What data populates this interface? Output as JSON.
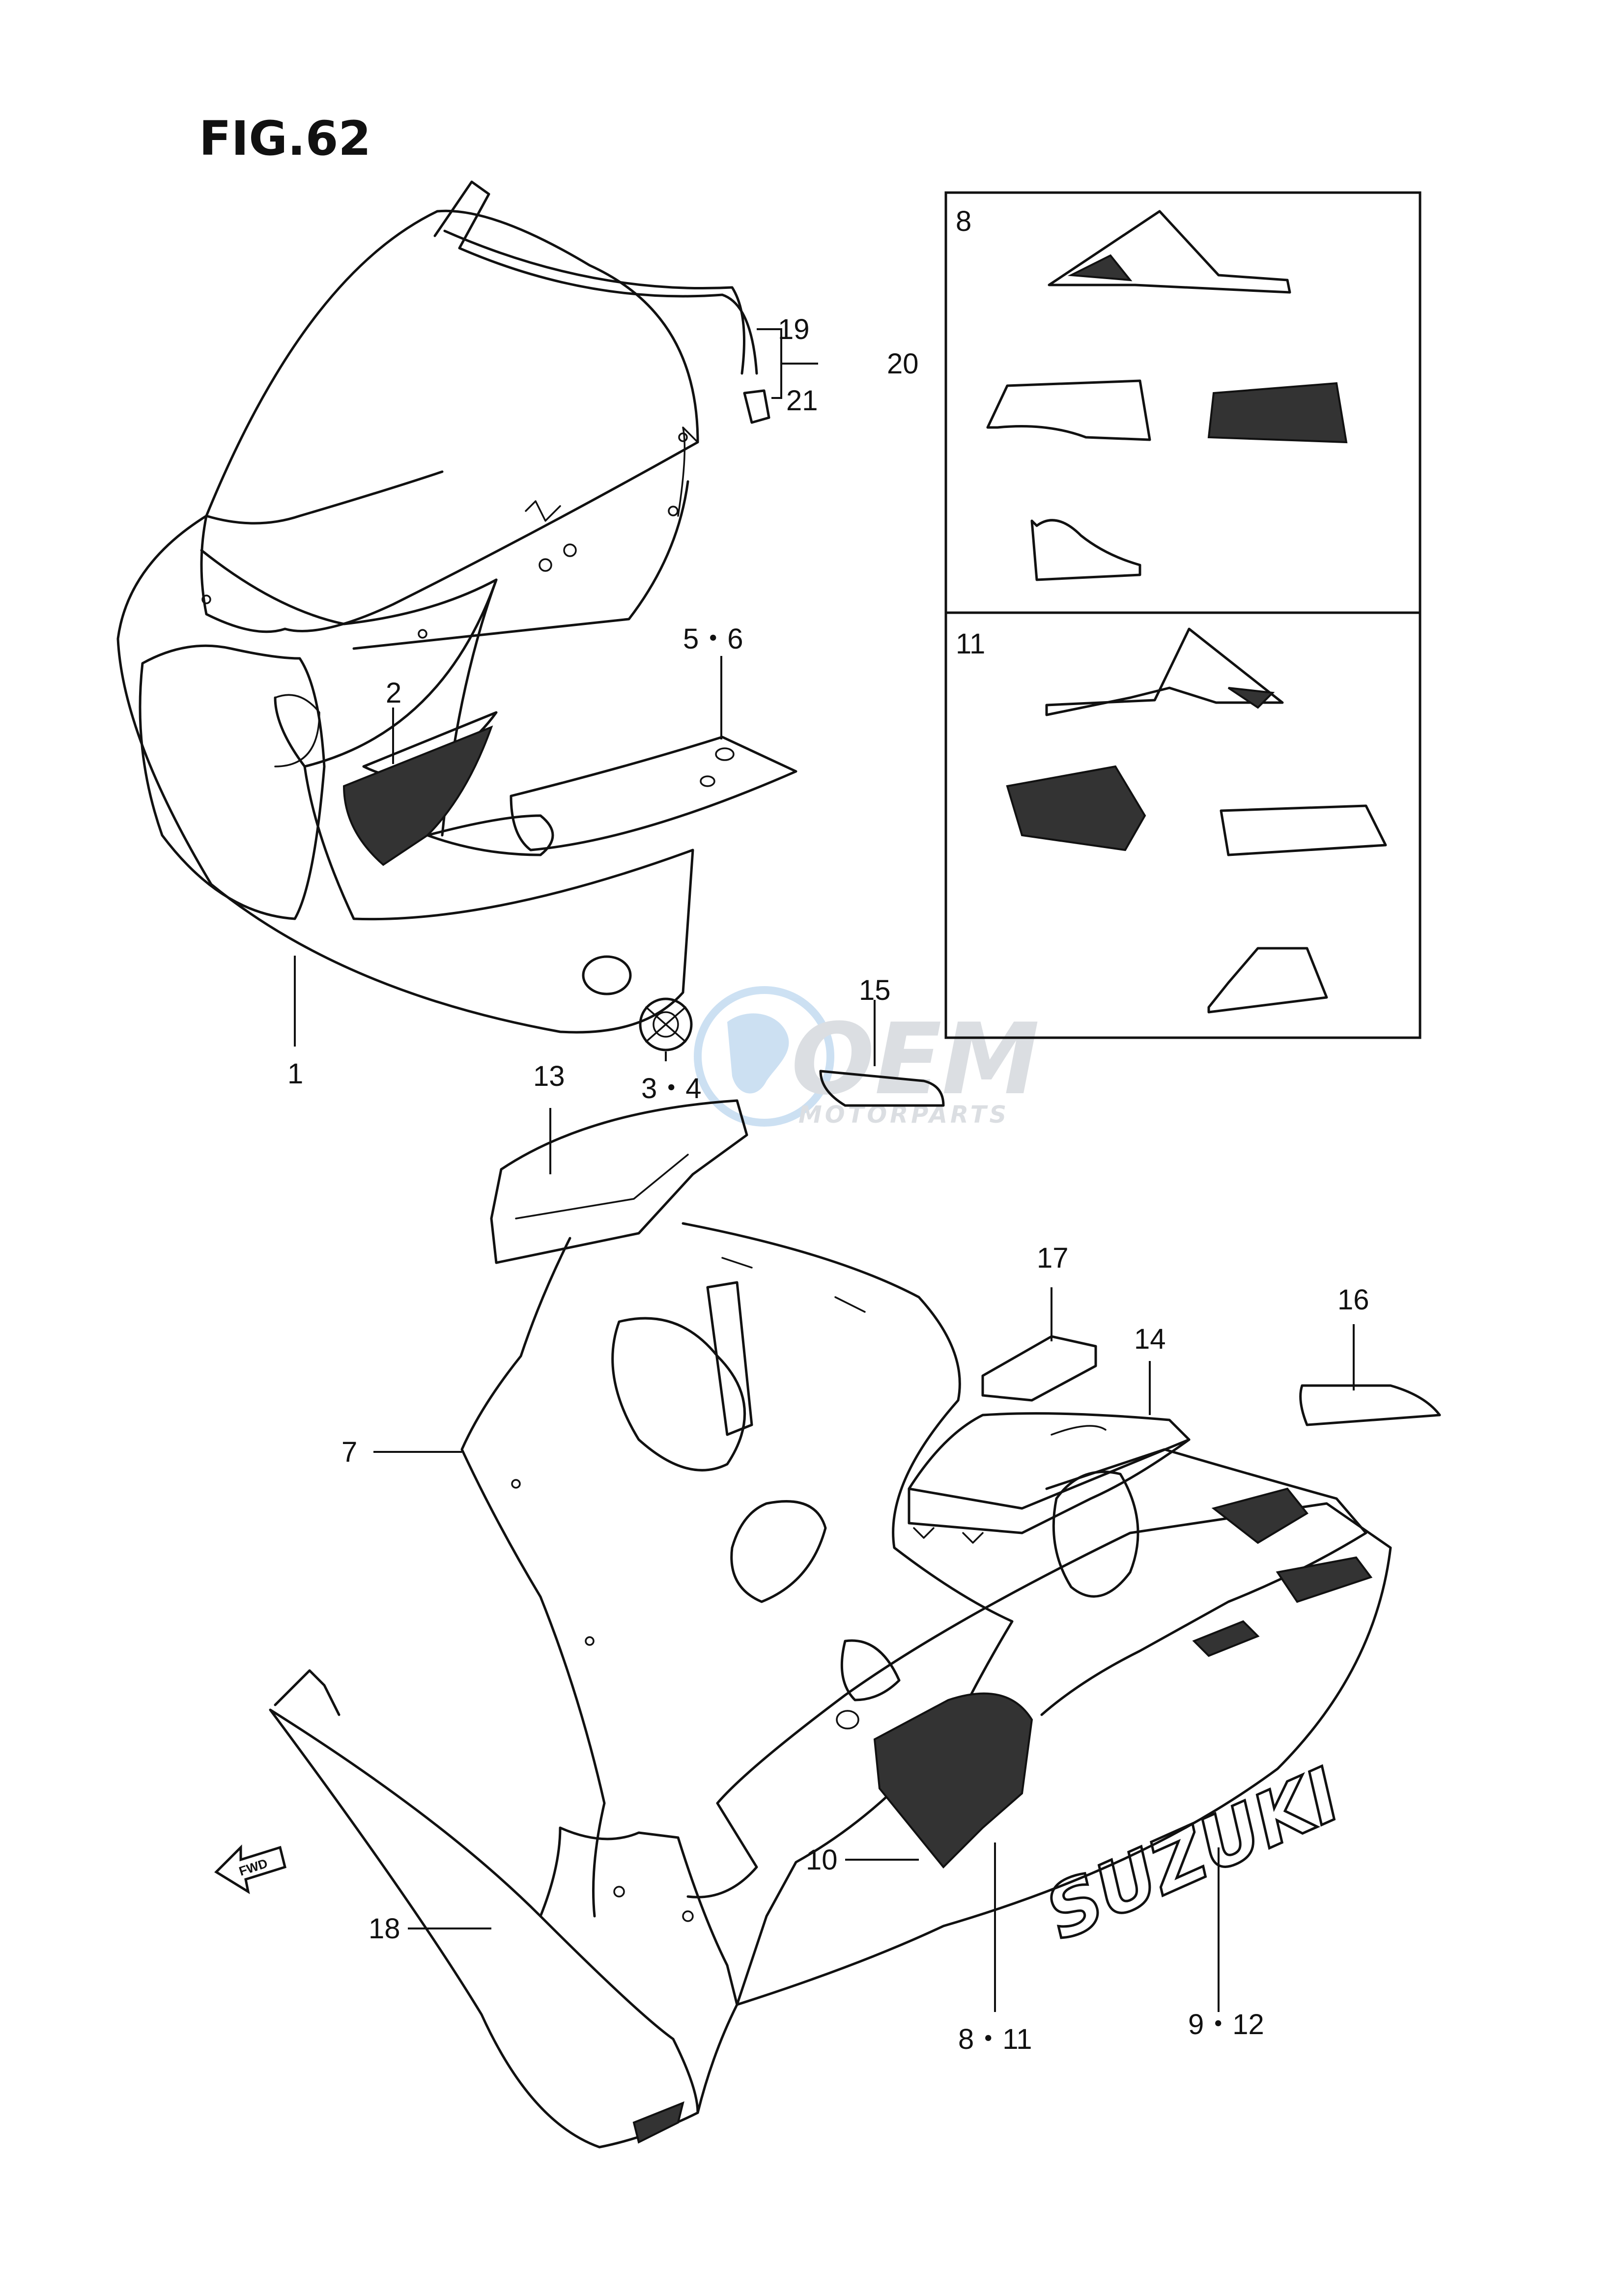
{
  "figure": {
    "title": "FIG.62"
  },
  "watermark": {
    "line1": "OEM",
    "line2": "MOTORPARTS"
  },
  "inset_labels": {
    "top": "8",
    "bottom": "11"
  },
  "callouts": [
    {
      "id": "c1",
      "text": "1"
    },
    {
      "id": "c2",
      "text": "2"
    },
    {
      "id": "c34",
      "text": "3・4"
    },
    {
      "id": "c56",
      "text": "5・6"
    },
    {
      "id": "c7",
      "text": "7"
    },
    {
      "id": "c811",
      "text": "8・11"
    },
    {
      "id": "c912",
      "text": "9・12"
    },
    {
      "id": "c10",
      "text": "10"
    },
    {
      "id": "c13",
      "text": "13"
    },
    {
      "id": "c14",
      "text": "14"
    },
    {
      "id": "c15",
      "text": "15"
    },
    {
      "id": "c16",
      "text": "16"
    },
    {
      "id": "c17",
      "text": "17"
    },
    {
      "id": "c18",
      "text": "18"
    },
    {
      "id": "c19",
      "text": "19"
    },
    {
      "id": "c20",
      "text": "20"
    },
    {
      "id": "c21",
      "text": "21"
    }
  ],
  "decals": {
    "brand": "SUZUKI",
    "direction_arrow": "FWD"
  },
  "icons": {
    "direction": "fwd-arrow-icon",
    "watermark": "globe-logo-icon"
  }
}
